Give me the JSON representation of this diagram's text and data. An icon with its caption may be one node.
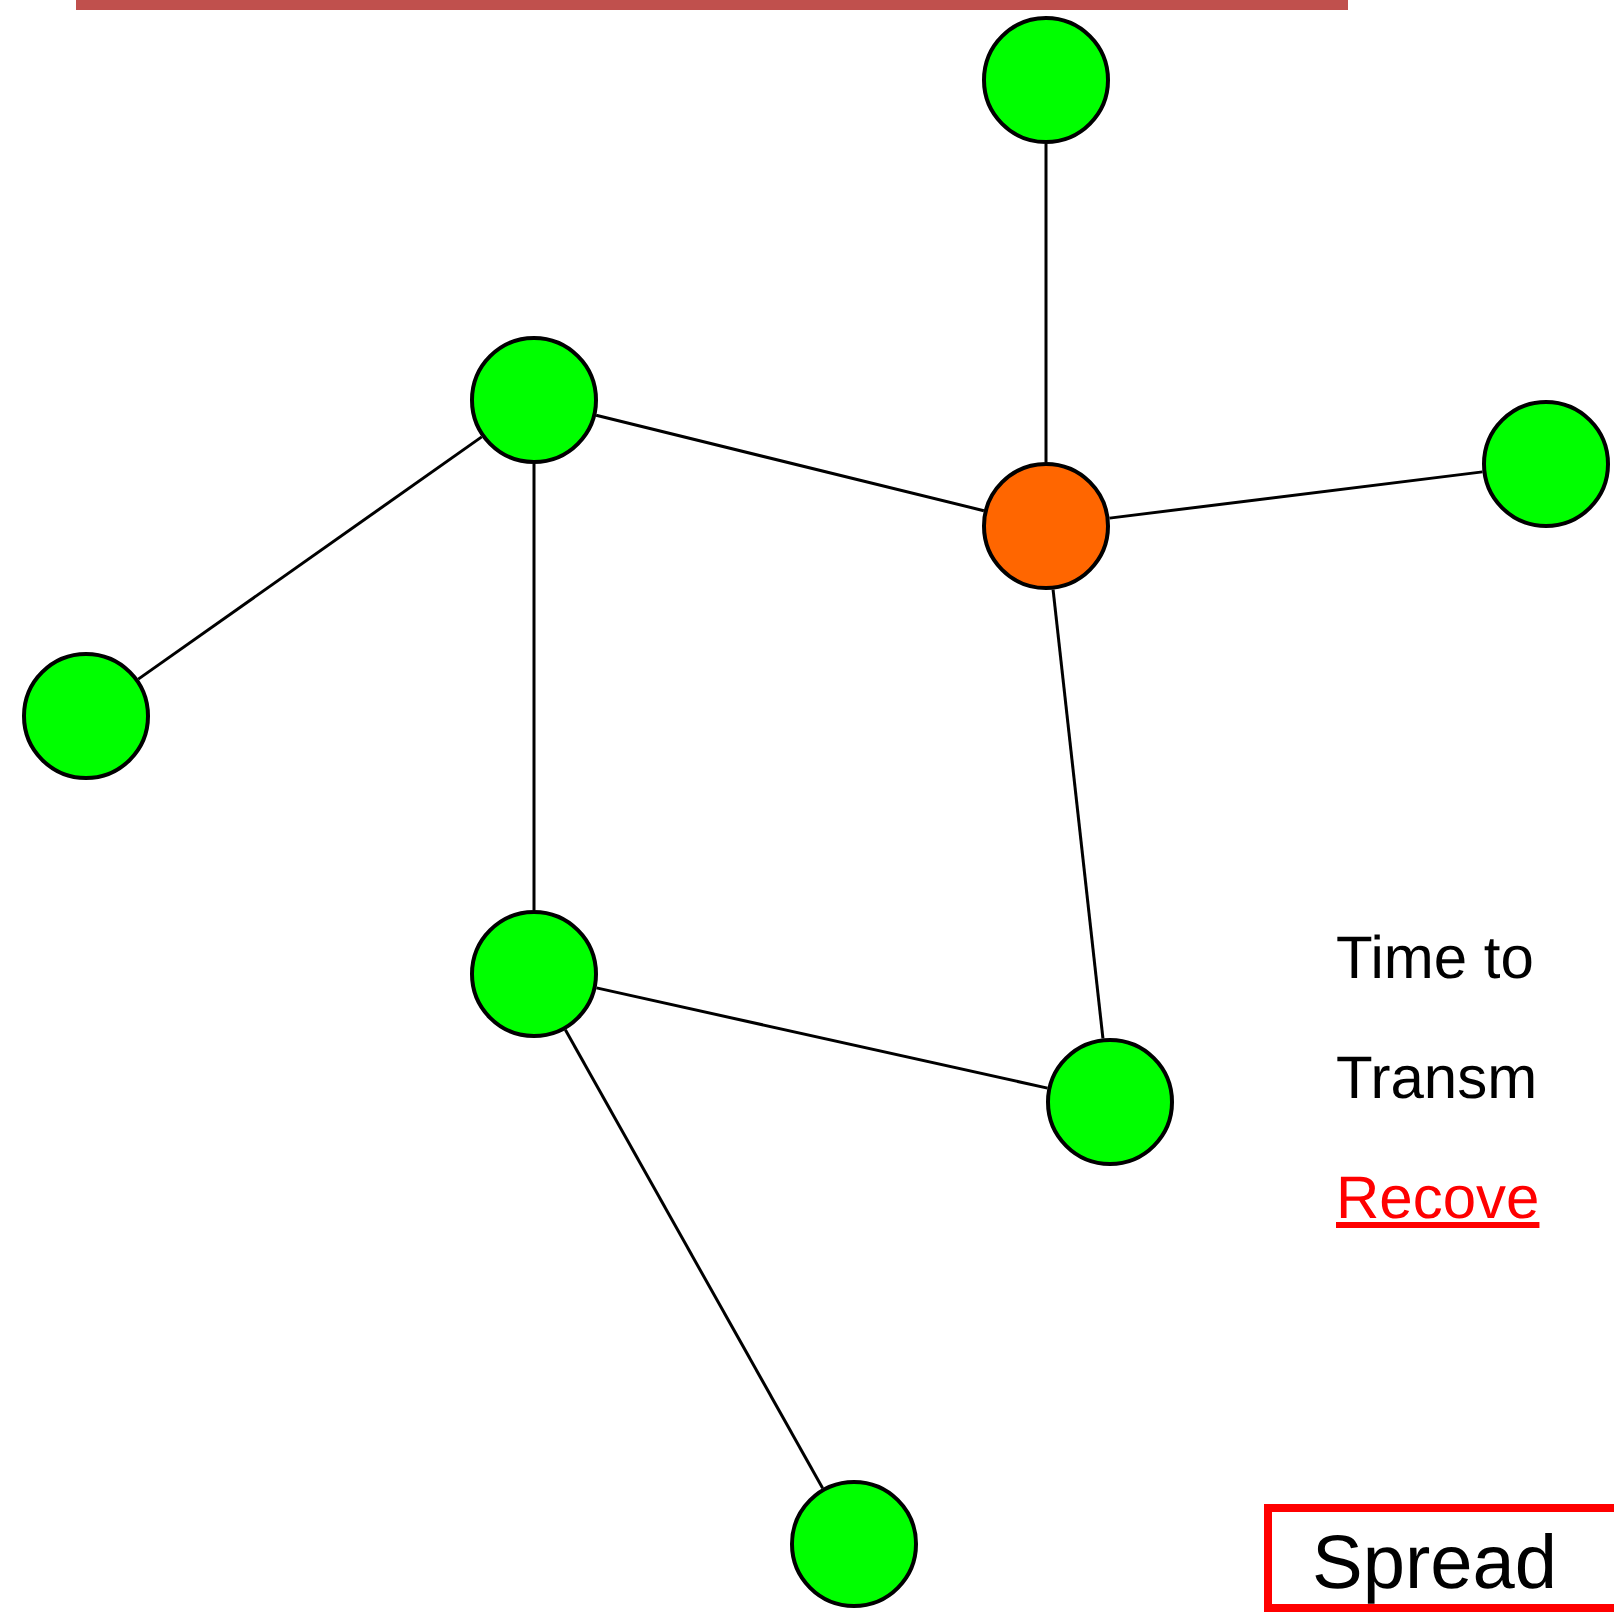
{
  "diagram": {
    "nodes": [
      {
        "text": [],
        "shape": "circle"
      },
      {
        "text": [],
        "shape": "circle"
      },
      {
        "text": [],
        "shape": "circle"
      },
      {
        "text": [],
        "shape": "circle"
      },
      {
        "text": [],
        "shape": "circle"
      },
      {
        "text": [],
        "shape": "circle"
      },
      {
        "text": [],
        "shape": "circle"
      },
      {
        "text": [],
        "shape": "circle"
      },
      {
        "text": [
          "Spread"
        ]
      }
    ],
    "edges": [
      {
        "from": 0,
        "to": 2,
        "arrow": "none"
      },
      {
        "from": 1,
        "to": 2,
        "arrow": "none"
      },
      {
        "from": 2,
        "to": 3,
        "arrow": "none"
      },
      {
        "from": 1,
        "to": 4,
        "arrow": "none"
      },
      {
        "from": 1,
        "to": 5,
        "arrow": "none"
      },
      {
        "from": 2,
        "to": 6,
        "arrow": "none"
      },
      {
        "from": 5,
        "to": 6,
        "arrow": "none"
      },
      {
        "from": 5,
        "to": 7,
        "arrow": "none"
      }
    ],
    "labels": [
      "Time to",
      "Transm",
      "Recove"
    ]
  }
}
